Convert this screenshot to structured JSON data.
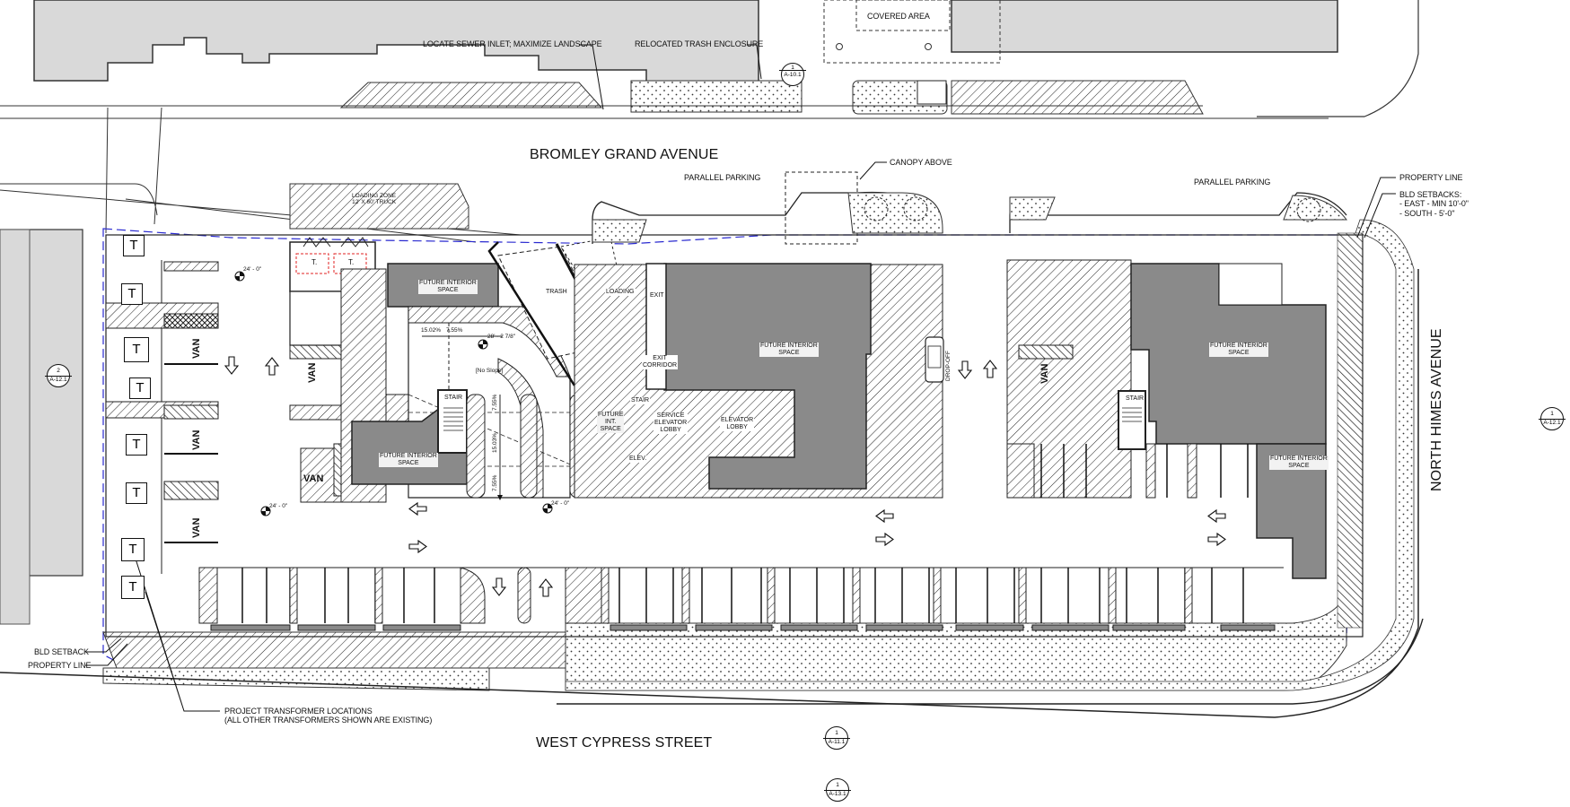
{
  "streets": {
    "north": "BROMLEY GRAND AVENUE",
    "south": "WEST CYPRESS STREET",
    "east": "NORTH HIMES AVENUE"
  },
  "callouts": {
    "sewer_inlet": "LOCATE SEWER INLET; MAXIMIZE LANDSCAPE",
    "trash_enclosure": "RELOCATED TRASH ENCLOSURE",
    "covered_area": "COVERED AREA",
    "canopy_above": "CANOPY ABOVE",
    "parallel_parking_1": "PARALLEL PARKING",
    "parallel_parking_2": "PARALLEL PARKING",
    "property_line_east": "PROPERTY LINE",
    "bld_setbacks_title": "BLD SETBACKS:",
    "bld_setbacks_east": "- EAST - MIN 10'-0\"",
    "bld_setbacks_south": "- SOUTH - 5'-0\"",
    "loading_zone_line1": "LOADING ZONE",
    "loading_zone_line2": "12' X 60' TRUCK",
    "bld_setback_south": "BLD SETBACK",
    "property_line_south": "PROPERTY LINE",
    "transformers_line1": "PROJECT TRANSFORMER LOCATIONS",
    "transformers_line2": "(ALL OTHER TRANSFORMERS SHOWN ARE EXISTING)",
    "drop_off": "DROP-OFF"
  },
  "rooms": {
    "future_interior_nw": [
      "FUTURE INTERIOR",
      "SPACE"
    ],
    "future_interior_center": [
      "FUTURE INTERIOR",
      "SPACE"
    ],
    "future_interior_sw": [
      "FUTURE INTERIOR",
      "SPACE"
    ],
    "future_interior_east": [
      "FUTURE INTERIOR",
      "SPACE"
    ],
    "future_interior_se": [
      "FUTURE INTERIOR",
      "SPACE"
    ],
    "future_int_small": [
      "FUTURE",
      "INT.",
      "SPACE"
    ],
    "trash": "TRASH",
    "loading": "LOADING",
    "exit": "EXIT",
    "exit_corridor": [
      "EXIT",
      "CORRIDOR"
    ],
    "stair_west": "STAIR",
    "stair_center": "STAIR",
    "stair_east": "STAIR",
    "service_elevator_lobby": [
      "SERVICE",
      "ELEVATOR",
      "LOBBY"
    ],
    "elevator_lobby": [
      "ELEVATOR",
      "LOBBY"
    ],
    "elev": "ELEV."
  },
  "ramp": {
    "slope_1": "15.02%",
    "slope_2": "7.55%",
    "elevation": "28' - 2 7/8\"",
    "no_slope": "[No Slope]",
    "slope_v1": "7.55%",
    "slope_v2": "15.03%",
    "slope_v3": "7.55%"
  },
  "elevations": {
    "spot_nw": "24' - 0\"",
    "spot_sw": "24' - 0\"",
    "spot_s": "24' - 0\""
  },
  "transformers": {
    "label": "T",
    "existing_small_label": "T."
  },
  "section_markers": [
    {
      "num": "1",
      "sheet": "A-10.1",
      "pos": "north"
    },
    {
      "num": "2",
      "sheet": "A-12.1",
      "pos": "west"
    },
    {
      "num": "1",
      "sheet": "A-12.1",
      "pos": "east"
    },
    {
      "num": "1",
      "sheet": "A-11.1",
      "pos": "south-1"
    },
    {
      "num": "1",
      "sheet": "A-13.1",
      "pos": "south-2"
    }
  ],
  "accessible_stall_text": "VAN",
  "colors": {
    "building_fill": "#8a8a8a",
    "existing_building": "#d9d9d9",
    "property_line": "#2a2ad0",
    "transformer_existing": "#e02020",
    "line": "#111111"
  }
}
